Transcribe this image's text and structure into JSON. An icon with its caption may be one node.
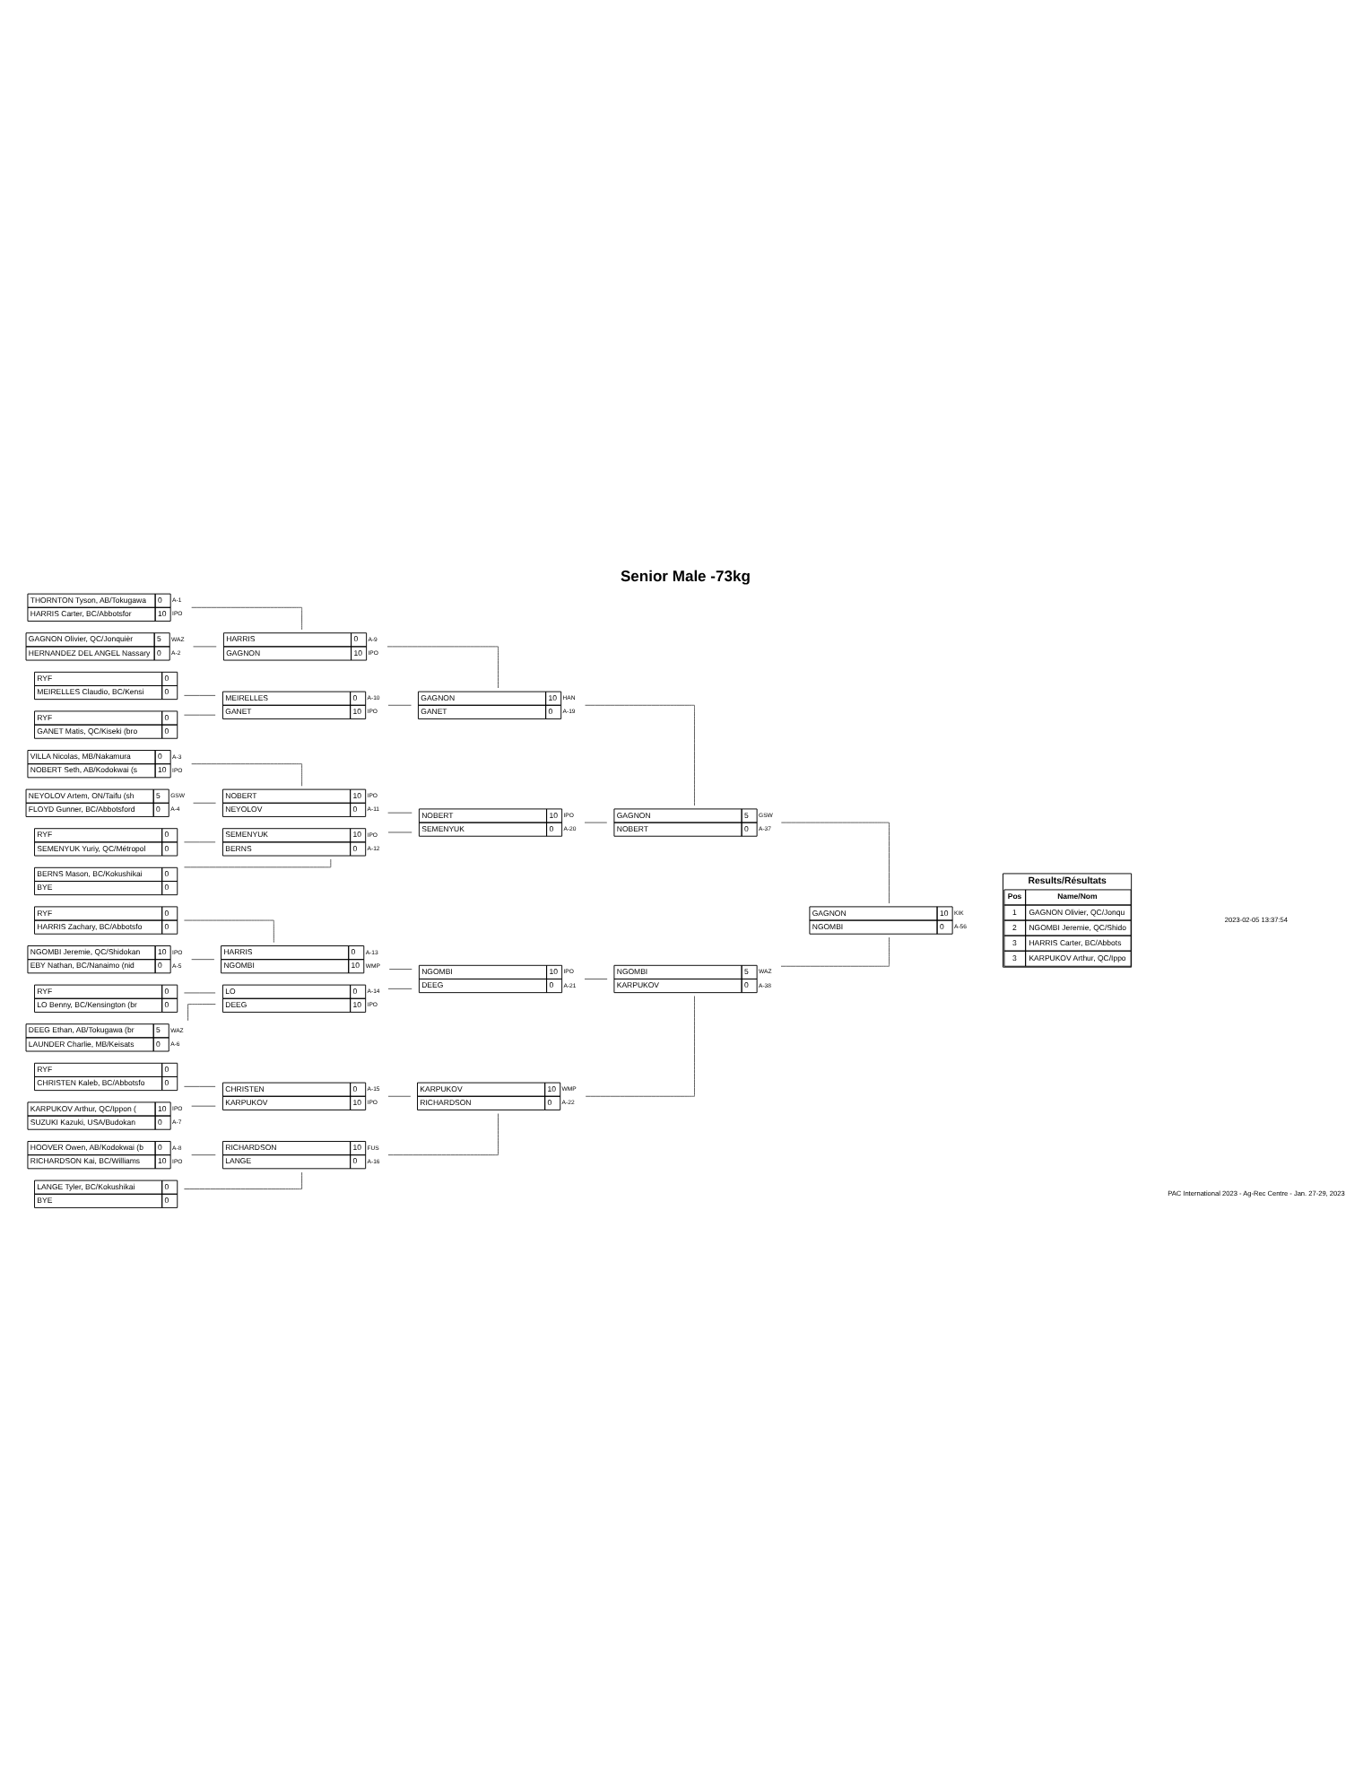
{
  "diagram": {
    "title": "Senior Male -73kg",
    "nodes": [
      {
        "text": [
          "THORNTON Tyson, AB/Tokugawa",
          "0",
          "HARRIS Carter, BC/Abbotsfor",
          "10"
        ],
        "beside": [
          "A-1",
          "IPO"
        ]
      },
      {
        "text": [
          "GAGNON Olivier, QC/Jonquièr",
          "5",
          "HERNANDEZ DEL ANGEL Nassary",
          "0"
        ],
        "beside": [
          "WAZ",
          "A-2"
        ]
      },
      {
        "text": [
          "RYF",
          "0",
          "MEIRELLES Claudio, BC/Kensi",
          "0"
        ]
      },
      {
        "text": [
          "RYF",
          "0",
          "GANET Matis, QC/Kiseki (bro",
          "0"
        ]
      },
      {
        "text": [
          "VILLA Nicolas, MB/Nakamura",
          "0",
          "NOBERT Seth, AB/Kodokwai (s",
          "10"
        ],
        "beside": [
          "A-3",
          "IPO"
        ]
      },
      {
        "text": [
          "NEYOLOV Artem, ON/Taifu (sh",
          "5",
          "FLOYD Gunner, BC/Abbotsford",
          "0"
        ],
        "beside": [
          "GSW",
          "A-4"
        ]
      },
      {
        "text": [
          "RYF",
          "0",
          "SEMENYUK Yuriy, QC/Métropol",
          "0"
        ]
      },
      {
        "text": [
          "BERNS Mason, BC/Kokushikai",
          "0",
          "BYE",
          "0"
        ]
      },
      {
        "text": [
          "RYF",
          "0",
          "HARRIS Zachary, BC/Abbotsfo",
          "0"
        ]
      },
      {
        "text": [
          "NGOMBI Jeremie, QC/Shidokan",
          "10",
          "EBY Nathan, BC/Nanaimo (nid",
          "0"
        ],
        "beside": [
          "IPO",
          "A-5"
        ]
      },
      {
        "text": [
          "RYF",
          "0",
          "LO Benny, BC/Kensington (br",
          "0"
        ]
      },
      {
        "text": [
          "DEEG Ethan, AB/Tokugawa (br",
          "5",
          "LAUNDER Charlie, MB/Keisats",
          "0"
        ],
        "beside": [
          "WAZ",
          "A-6"
        ]
      },
      {
        "text": [
          "RYF",
          "0",
          "CHRISTEN Kaleb, BC/Abbotsfo",
          "0"
        ]
      },
      {
        "text": [
          "KARPUKOV Arthur, QC/Ippon (",
          "10",
          "SUZUKI Kazuki, USA/Budokan",
          "0"
        ],
        "beside": [
          "IPO",
          "A-7"
        ]
      },
      {
        "text": [
          "HOOVER Owen, AB/Kodokwai (b",
          "0",
          "RICHARDSON Kai, BC/Williams",
          "10"
        ],
        "beside": [
          "A-8",
          "IPO"
        ]
      },
      {
        "text": [
          "LANGE Tyler, BC/Kokushikai",
          "0",
          "BYE",
          "0"
        ]
      },
      {
        "text": [
          "HARRIS",
          "0",
          "GAGNON",
          "10"
        ],
        "beside": [
          "A-9",
          "IPO"
        ]
      },
      {
        "text": [
          "MEIRELLES",
          "0",
          "GANET",
          "10"
        ],
        "beside": [
          "A-10",
          "IPO"
        ]
      },
      {
        "text": [
          "NOBERT",
          "10",
          "NEYOLOV",
          "0"
        ],
        "beside": [
          "IPO",
          "A-11"
        ]
      },
      {
        "text": [
          "SEMENYUK",
          "10",
          "BERNS",
          "0"
        ],
        "beside": [
          "IPO",
          "A-12"
        ]
      },
      {
        "text": [
          "HARRIS",
          "0",
          "NGOMBI",
          "10"
        ],
        "beside": [
          "A-13",
          "WMP"
        ]
      },
      {
        "text": [
          "LO",
          "0",
          "DEEG",
          "10"
        ],
        "beside": [
          "A-14",
          "IPO"
        ]
      },
      {
        "text": [
          "CHRISTEN",
          "0",
          "KARPUKOV",
          "10"
        ],
        "beside": [
          "A-15",
          "IPO"
        ]
      },
      {
        "text": [
          "RICHARDSON",
          "10",
          "LANGE",
          "0"
        ],
        "beside": [
          "FUS",
          "A-16"
        ]
      },
      {
        "text": [
          "GAGNON",
          "10",
          "GANET",
          "0"
        ],
        "beside": [
          "HAN",
          "A-19"
        ]
      },
      {
        "text": [
          "NOBERT",
          "10",
          "SEMENYUK",
          "0"
        ],
        "beside": [
          "IPO",
          "A-20"
        ]
      },
      {
        "text": [
          "NGOMBI",
          "10",
          "DEEG",
          "0"
        ],
        "beside": [
          "IPO",
          "A-21"
        ]
      },
      {
        "text": [
          "KARPUKOV",
          "10",
          "RICHARDSON",
          "0"
        ],
        "beside": [
          "WMP",
          "A-22"
        ]
      },
      {
        "text": [
          "GAGNON",
          "5",
          "NOBERT",
          "0"
        ],
        "beside": [
          "GSW",
          "A-37"
        ]
      },
      {
        "text": [
          "NGOMBI",
          "5",
          "KARPUKOV",
          "0"
        ],
        "beside": [
          "WAZ",
          "A-38"
        ]
      },
      {
        "text": [
          "GAGNON",
          "10",
          "NGOMBI",
          "0"
        ],
        "beside": [
          "KIK",
          "A-56"
        ]
      }
    ],
    "edges": [
      {
        "from": 0,
        "to": 16,
        "arrow": "none"
      },
      {
        "from": 1,
        "to": 16,
        "arrow": "none"
      },
      {
        "from": 2,
        "to": 17,
        "arrow": "none"
      },
      {
        "from": 3,
        "to": 17,
        "arrow": "none"
      },
      {
        "from": 4,
        "to": 18,
        "arrow": "none"
      },
      {
        "from": 5,
        "to": 18,
        "arrow": "none"
      },
      {
        "from": 6,
        "to": 19,
        "arrow": "none"
      },
      {
        "from": 7,
        "to": 19,
        "arrow": "none"
      },
      {
        "from": 8,
        "to": 20,
        "arrow": "none"
      },
      {
        "from": 9,
        "to": 20,
        "arrow": "none"
      },
      {
        "from": 10,
        "to": 21,
        "arrow": "none"
      },
      {
        "from": 11,
        "to": 21,
        "arrow": "none"
      },
      {
        "from": 12,
        "to": 22,
        "arrow": "none"
      },
      {
        "from": 13,
        "to": 22,
        "arrow": "none"
      },
      {
        "from": 14,
        "to": 23,
        "arrow": "none"
      },
      {
        "from": 15,
        "to": 23,
        "arrow": "none"
      },
      {
        "from": 16,
        "to": 24,
        "arrow": "none"
      },
      {
        "from": 17,
        "to": 24,
        "arrow": "none"
      },
      {
        "from": 18,
        "to": 25,
        "arrow": "none"
      },
      {
        "from": 19,
        "to": 25,
        "arrow": "none"
      },
      {
        "from": 20,
        "to": 26,
        "arrow": "none"
      },
      {
        "from": 21,
        "to": 26,
        "arrow": "none"
      },
      {
        "from": 22,
        "to": 27,
        "arrow": "none"
      },
      {
        "from": 23,
        "to": 27,
        "arrow": "none"
      },
      {
        "from": 24,
        "to": 28,
        "arrow": "none"
      },
      {
        "from": 25,
        "to": 28,
        "arrow": "none"
      },
      {
        "from": 26,
        "to": 29,
        "arrow": "none"
      },
      {
        "from": 27,
        "to": 29,
        "arrow": "none"
      },
      {
        "from": 28,
        "to": 30,
        "arrow": "none"
      },
      {
        "from": 29,
        "to": 30,
        "arrow": "none"
      }
    ],
    "labels": [
      "Results/Résultats",
      "Pos",
      "Name/Nom",
      "1",
      "GAGNON Olivier, QC/Jonqu",
      "2",
      "NGOMBI Jeremie, QC/Shido",
      "3",
      "HARRIS Carter, BC/Abbots",
      "3",
      "KARPUKOV Arthur, QC/Ippo",
      "PAC International 2023 - Ag-Rec Centre - Jan. 27-29, 2023",
      "2023-02-05 13:37:54"
    ]
  }
}
